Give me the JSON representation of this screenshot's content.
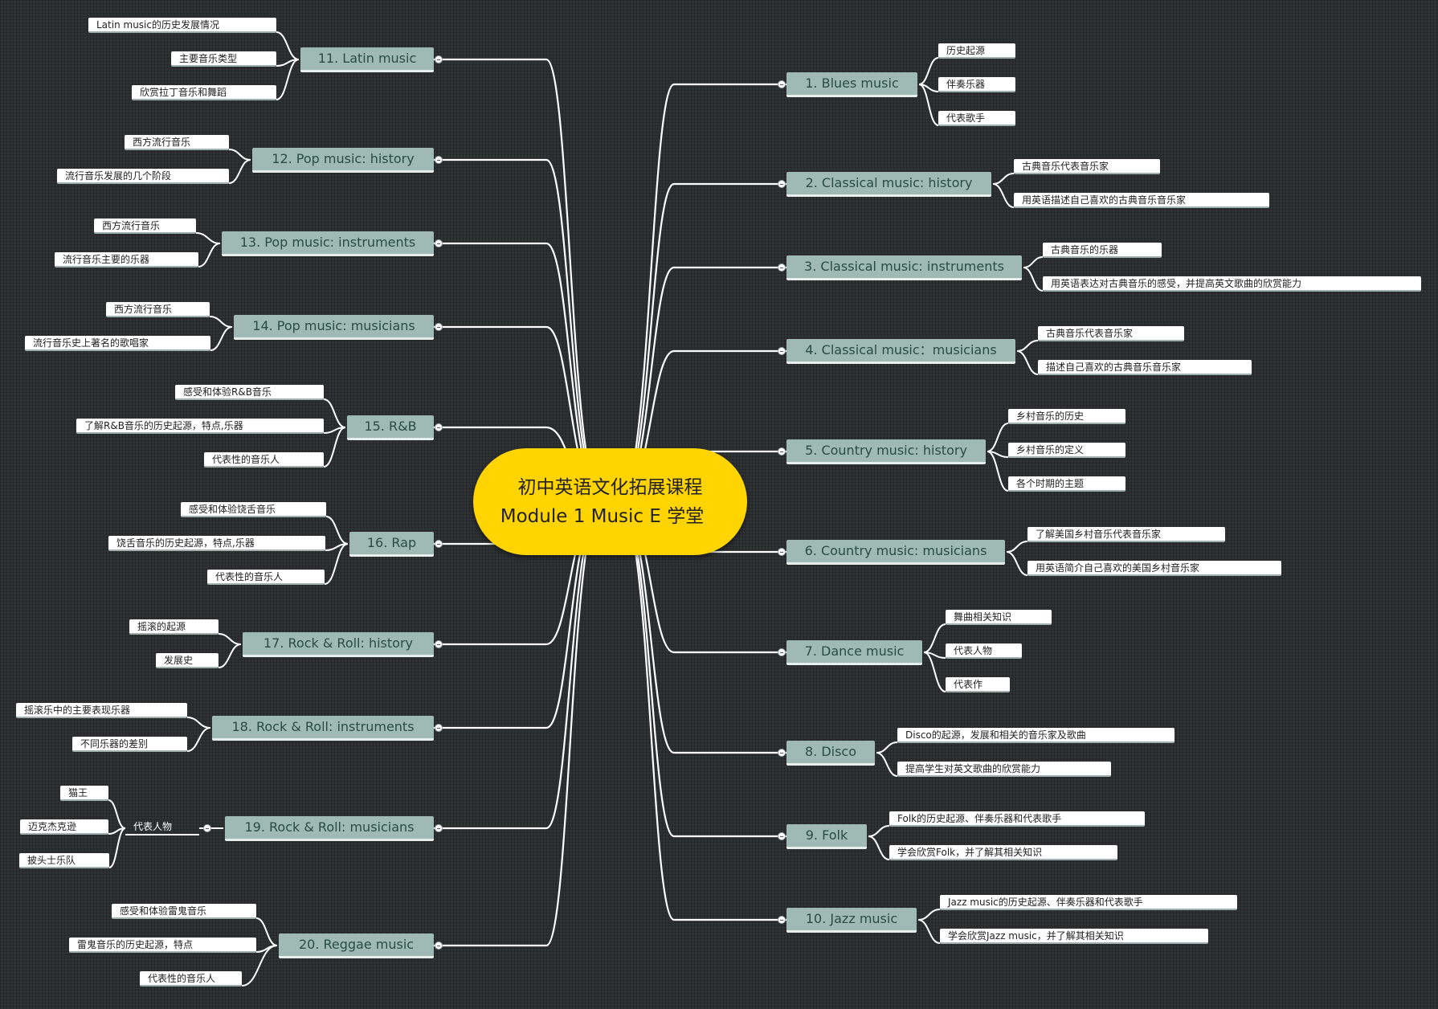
{
  "root": {
    "line1": "初中英语文化拓展课程",
    "line2": "Module 1 Music E 学堂"
  },
  "right": [
    {
      "label": "1. Blues music",
      "children": [
        "历史起源",
        "伴奏乐器",
        "代表歌手"
      ]
    },
    {
      "label": "2. Classical music: history",
      "children": [
        "古典音乐代表音乐家",
        "用英语描述自己喜欢的古典音乐音乐家"
      ]
    },
    {
      "label": "3. Classical music: instruments",
      "children": [
        "古典音乐的乐器",
        "用英语表达对古典音乐的感受，并提高英文歌曲的欣赏能力"
      ]
    },
    {
      "label": "4. Classical music：musicians",
      "children": [
        "古典音乐代表音乐家",
        "描述自己喜欢的古典音乐音乐家"
      ]
    },
    {
      "label": "5. Country music: history",
      "children": [
        "乡村音乐的历史",
        "乡村音乐的定义",
        "各个时期的主题"
      ]
    },
    {
      "label": "6. Country music: musicians",
      "children": [
        "了解美国乡村音乐代表音乐家",
        "用英语简介自己喜欢的美国乡村音乐家"
      ]
    },
    {
      "label": "7. Dance music",
      "children": [
        "舞曲相关知识",
        "代表人物",
        "代表作"
      ]
    },
    {
      "label": "8. Disco",
      "children": [
        "Disco的起源，发展和相关的音乐家及歌曲",
        "提高学生对英文歌曲的欣赏能力"
      ]
    },
    {
      "label": "9. Folk",
      "children": [
        "Folk的历史起源、伴奏乐器和代表歌手",
        "学会欣赏Folk，并了解其相关知识"
      ]
    },
    {
      "label": "10. Jazz music",
      "children": [
        "Jazz music的历史起源、伴奏乐器和代表歌手",
        "学会欣赏Jazz music，并了解其相关知识"
      ]
    }
  ],
  "left": [
    {
      "label": "11. Latin music",
      "children": [
        "Latin music的历史发展情况",
        "主要音乐类型",
        "欣赏拉丁音乐和舞蹈"
      ]
    },
    {
      "label": "12. Pop music: history",
      "children": [
        "西方流行音乐",
        "流行音乐发展的几个阶段"
      ]
    },
    {
      "label": "13. Pop music: instruments",
      "children": [
        "西方流行音乐",
        "流行音乐主要的乐器"
      ]
    },
    {
      "label": "14. Pop music: musicians",
      "children": [
        "西方流行音乐",
        "流行音乐史上著名的歌唱家"
      ]
    },
    {
      "label": "15. R&B",
      "children": [
        "感受和体验R&B音乐",
        "了解R&B音乐的历史起源，特点,乐器",
        "代表性的音乐人"
      ]
    },
    {
      "label": "16. Rap",
      "children": [
        "感受和体验饶舌音乐",
        "饶舌音乐的历史起源，特点,乐器",
        "代表性的音乐人"
      ]
    },
    {
      "label": "17. Rock & Roll: history",
      "children": [
        "摇滚的起源",
        "发展史"
      ]
    },
    {
      "label": "18. Rock & Roll: instruments",
      "children": [
        "摇滚乐中的主要表现乐器",
        "不同乐器的差别"
      ]
    },
    {
      "label": "19. Rock & Roll: musicians",
      "group": "代表人物",
      "children": [
        "猫王",
        "迈克杰克逊",
        "披头士乐队"
      ]
    },
    {
      "label": "20. Reggae music",
      "children": [
        "感受和体验雷鬼音乐",
        "雷鬼音乐的历史起源，特点",
        "代表性的音乐人"
      ]
    }
  ]
}
